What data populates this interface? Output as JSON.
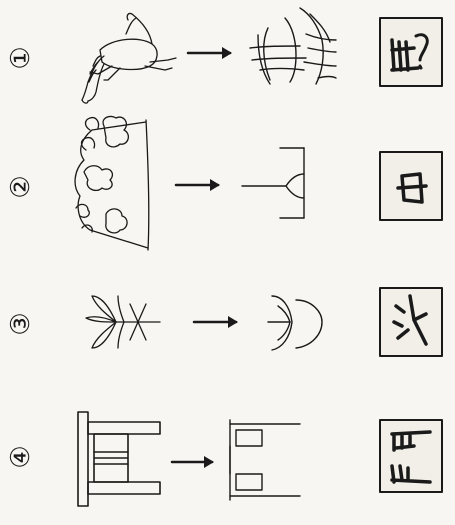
{
  "rows": [
    {
      "number": "①",
      "pictograph": "horse",
      "glyph": "horse-character",
      "seal": "horse-inscription-seal"
    },
    {
      "number": "②",
      "pictograph": "mountain",
      "glyph": "mountain-character",
      "seal": "mountain-inscription-seal"
    },
    {
      "number": "③",
      "pictograph": "tree",
      "glyph": "tree-character",
      "seal": "tree-inscription-seal"
    },
    {
      "number": "④",
      "pictograph": "building",
      "glyph": "building-character",
      "seal": "building-inscription-seal"
    }
  ],
  "colors": {
    "ink": "#1a1a1a",
    "paper": "#f7f6f2",
    "seal_bg": "#f1efe8"
  }
}
